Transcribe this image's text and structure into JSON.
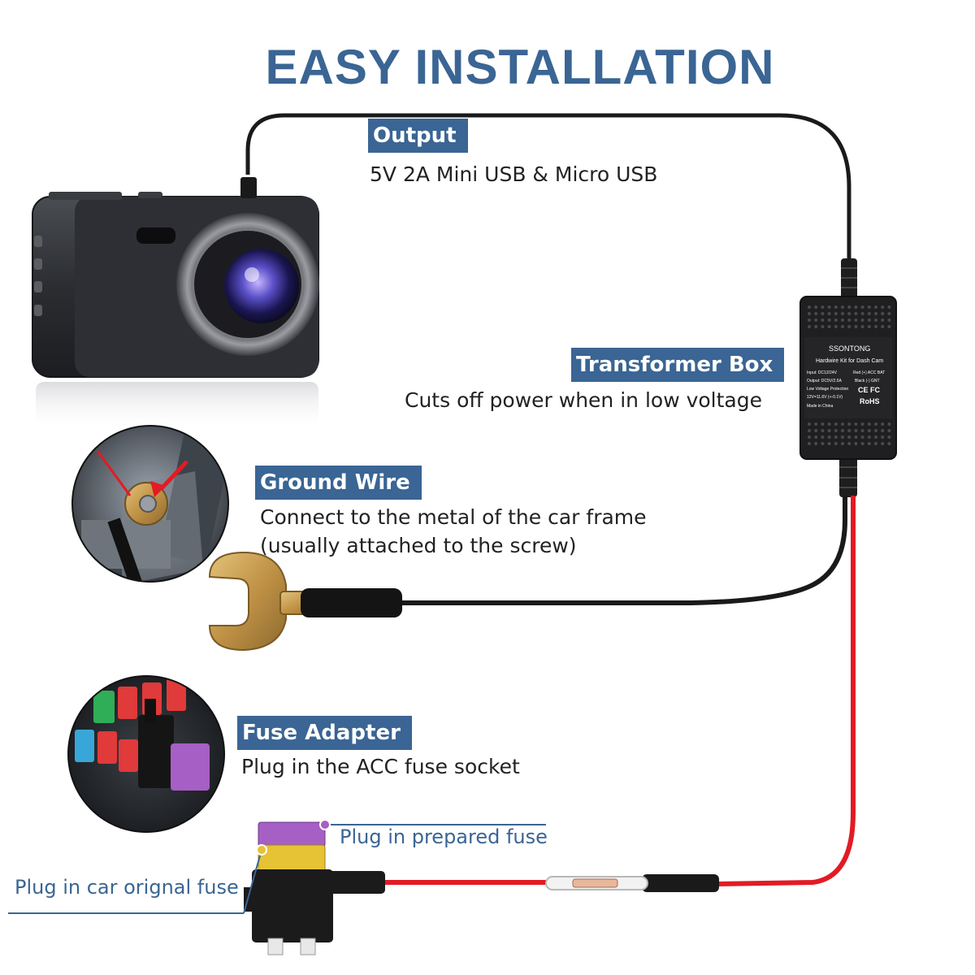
{
  "title": "EASY INSTALLATION",
  "output": {
    "label": "Output",
    "description": "5V 2A Mini USB & Micro USB"
  },
  "transformer": {
    "label": "Transformer Box",
    "description": "Cuts off power when in low voltage",
    "box_brand": "SSONTONG",
    "box_model": "Hardwire Kit for Dash Cam",
    "box_input": "Input: DC12/24V",
    "box_output": "Output: DC5V/2.5A",
    "box_protect": "Low Voltage Protection",
    "box_range": "12V=11.6V (+-0.1V)",
    "box_origin": "Made in China",
    "box_red": "Red (+) ACC BAT",
    "box_black": "Black (-) GNT",
    "box_marks": "CE FC",
    "box_rohs": "RoHS"
  },
  "ground": {
    "label": "Ground Wire",
    "line1": "Connect to the metal of the car frame",
    "line2": "(usually attached to the screw)"
  },
  "fuse": {
    "label": "Fuse Adapter",
    "description": "Plug in the ACC fuse socket"
  },
  "callouts": {
    "prepared": "Plug in prepared fuse",
    "original": "Plug in car orignal fuse"
  },
  "colors": {
    "accent": "#3a6594",
    "red_wire": "#e21b24",
    "black_wire": "#1a1a1a",
    "fuse_purple": "#a65fc4",
    "fuse_yellow": "#e6c235",
    "terminal_gold": "#c8a25a"
  }
}
